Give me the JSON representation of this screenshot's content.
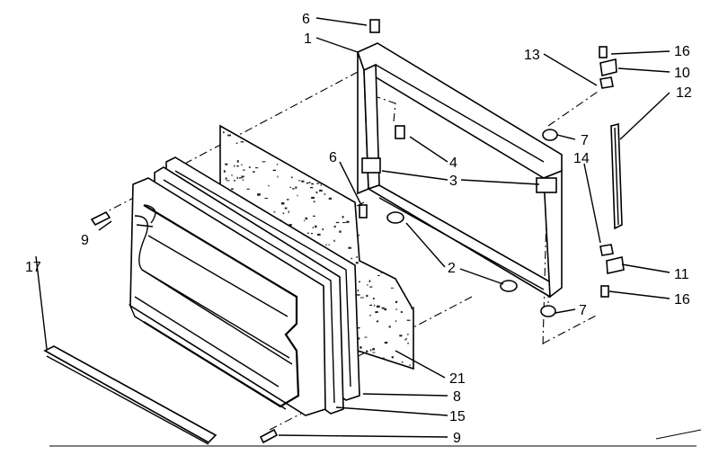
{
  "labels": [
    {
      "id": "l6a",
      "text": "6"
    },
    {
      "id": "l1",
      "text": "1"
    },
    {
      "id": "l13",
      "text": "13"
    },
    {
      "id": "l16a",
      "text": "16"
    },
    {
      "id": "l10",
      "text": "10"
    },
    {
      "id": "l12",
      "text": "12"
    },
    {
      "id": "l7a",
      "text": "7"
    },
    {
      "id": "l4",
      "text": "4"
    },
    {
      "id": "l6b",
      "text": "6"
    },
    {
      "id": "l3",
      "text": "3"
    },
    {
      "id": "l14",
      "text": "14"
    },
    {
      "id": "l9a",
      "text": "9"
    },
    {
      "id": "l17",
      "text": "17"
    },
    {
      "id": "l2",
      "text": "2"
    },
    {
      "id": "l11",
      "text": "11"
    },
    {
      "id": "l7b",
      "text": "7"
    },
    {
      "id": "l16b",
      "text": "16"
    },
    {
      "id": "l21",
      "text": "21"
    },
    {
      "id": "l8",
      "text": "8"
    },
    {
      "id": "l15",
      "text": "15"
    },
    {
      "id": "l9b",
      "text": "9"
    }
  ]
}
